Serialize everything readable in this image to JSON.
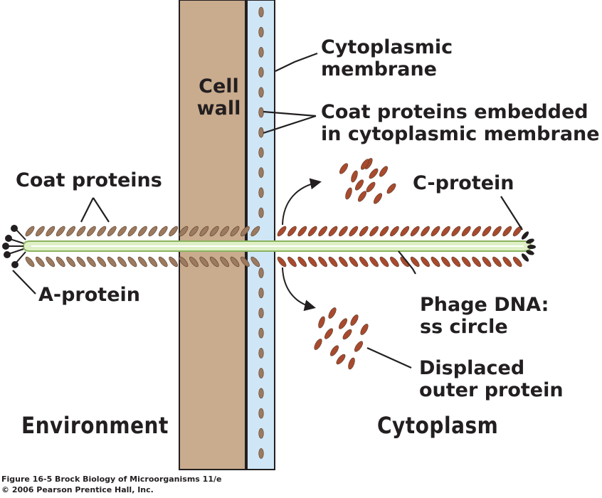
{
  "labels": {
    "cell_wall": [
      "Cell",
      "wall"
    ],
    "cytoplasmic_membrane": [
      "Cytoplasmic",
      "membrane"
    ],
    "coat_proteins_embedded": [
      "Coat proteins embedded",
      "in cytoplasmic membrane"
    ],
    "coat_proteins": "Coat proteins",
    "c_protein": "C-protein",
    "a_protein": "A-protein",
    "phage_dna": [
      "Phage DNA:",
      "ss circle"
    ],
    "displaced_outer_protein": [
      "Displaced",
      "outer protein"
    ],
    "environment": "Environment",
    "cytoplasm": "Cytoplasm"
  },
  "credit": [
    "Figure 16-5  Brock Biology of Microorganisms 11/e",
    "© 2006 Pearson Prentice Hall, Inc."
  ],
  "colors": {
    "cell_wall": "#c9ab8e",
    "membrane_blue": "#cfe6f6",
    "coat_protein_environment": "#9b7a5f",
    "coat_protein_cytoplasm": "#a84a2e",
    "dna_strand": "#dff0c7",
    "dna_outline": "#8ab35f",
    "text": "#231f20"
  }
}
